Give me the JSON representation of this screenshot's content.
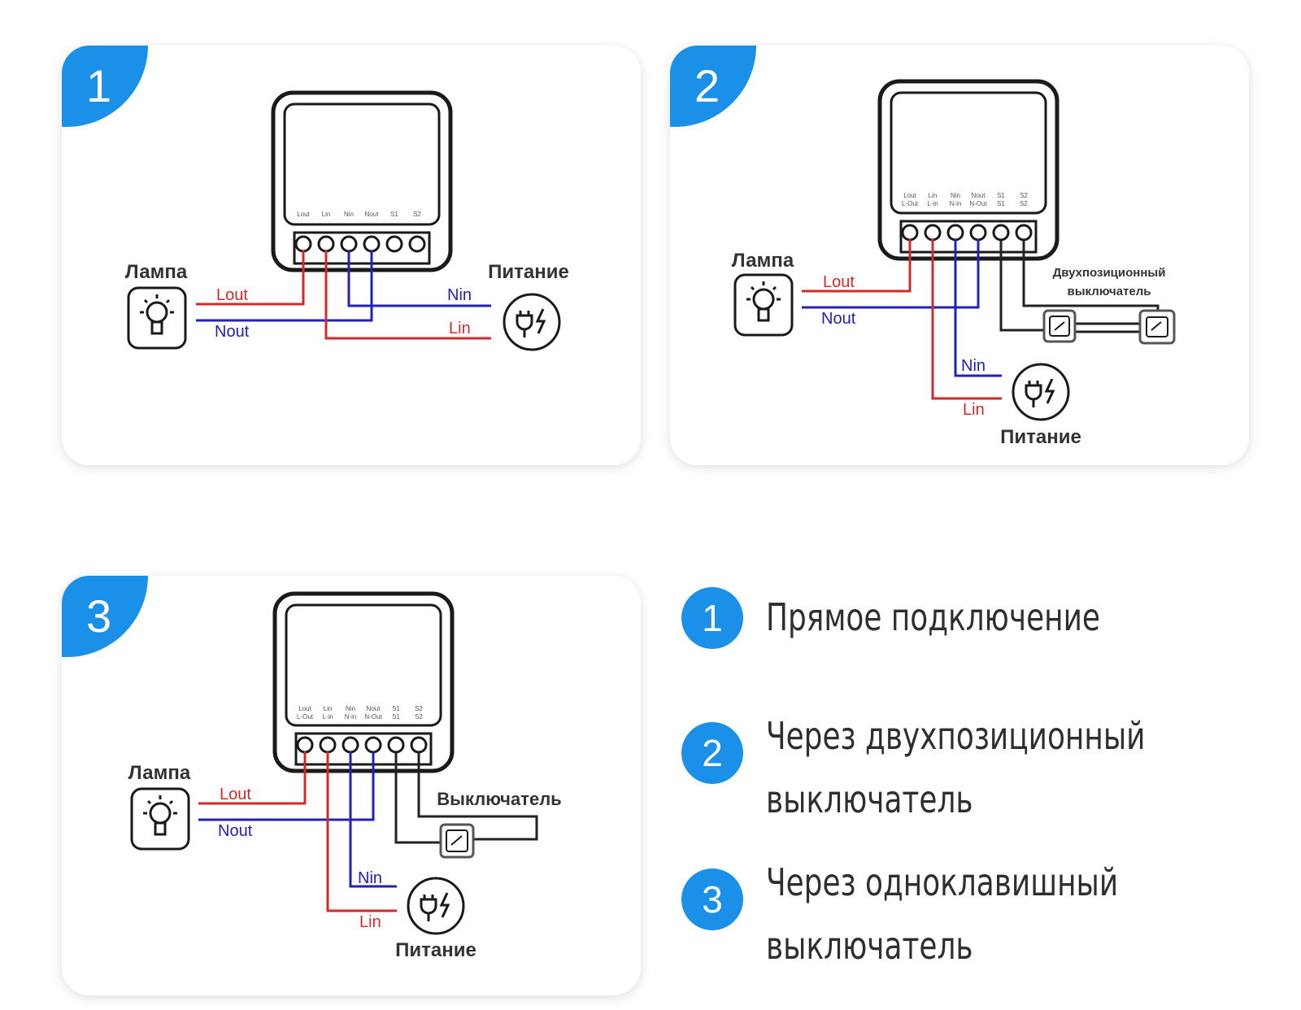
{
  "panels": [
    {
      "number": "1",
      "lamp_label": "Лампа",
      "power_label": "Питание",
      "wires": {
        "lout": "Lout",
        "nout": "Nout",
        "nin": "Nin",
        "lin": "Lin"
      },
      "terminals": [
        "Lout",
        "Lin",
        "Nin",
        "Nout",
        "S1",
        "S2"
      ]
    },
    {
      "number": "2",
      "lamp_label": "Лампа",
      "power_label": "Питание",
      "switch_label_line1": "Двухпозиционный",
      "switch_label_line2": "выключатель",
      "wires": {
        "lout": "Lout",
        "nout": "Nout",
        "nin": "Nin",
        "lin": "Lin"
      },
      "terminals_top": [
        "Lout",
        "Lin",
        "Nin",
        "Nout",
        "S1",
        "S2"
      ],
      "terminals_bottom": [
        "L-Out",
        "L-in",
        "N-in",
        "N-Out",
        "S1",
        "S2"
      ]
    },
    {
      "number": "3",
      "lamp_label": "Лампа",
      "power_label": "Питание",
      "switch_label": "Выключатель",
      "wires": {
        "lout": "Lout",
        "nout": "Nout",
        "nin": "Nin",
        "lin": "Lin"
      },
      "terminals_top": [
        "Lout",
        "Lin",
        "Nin",
        "Nout",
        "S1",
        "S2"
      ],
      "terminals_bottom": [
        "L-Out",
        "L-in",
        "N-in",
        "N-Out",
        "S1",
        "S2"
      ]
    }
  ],
  "legend": [
    {
      "number": "1",
      "line1": "Прямое подключение"
    },
    {
      "number": "2",
      "line1": "Через двухпозиционный",
      "line2": "выключатель"
    },
    {
      "number": "3",
      "line1": "Через одноклавишный",
      "line2": "выключатель"
    }
  ],
  "colors": {
    "accent": "#1a90e8",
    "live": "#d62828",
    "neutral": "#2222bb",
    "switch_wire": "#222222"
  }
}
